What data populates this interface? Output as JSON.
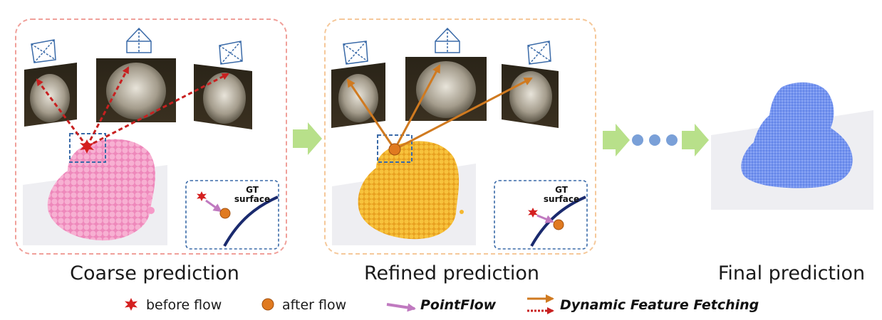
{
  "stages": {
    "coarse": {
      "caption": "Coarse prediction"
    },
    "refined": {
      "caption": "Refined prediction"
    },
    "final": {
      "caption": "Final prediction"
    }
  },
  "inset": {
    "gt_line1": "GT",
    "gt_line2": "surface"
  },
  "legend": {
    "before_flow": "before flow",
    "after_flow": "after flow",
    "pointflow": "PointFlow",
    "dynamic_feature_fetching": "Dynamic Feature Fetching"
  },
  "colors": {
    "coarse_frame": "#f0a09a",
    "refined_frame": "#f5c89a",
    "coarse_points": "#f59ac8",
    "refined_points": "#f5b830",
    "final_points": "#6e8ff0",
    "before_marker": "#d42020",
    "after_marker": "#e07a20",
    "pointflow_arrow": "#c07ac0",
    "fetch_arrow": "#d07a20",
    "dashed_fetch": "#c82020",
    "flow_arrow": "#b8e08a",
    "ellipsis_dot": "#7aa0d8",
    "gt_curve": "#1a2a6e",
    "camera": "#3a6aa8"
  }
}
